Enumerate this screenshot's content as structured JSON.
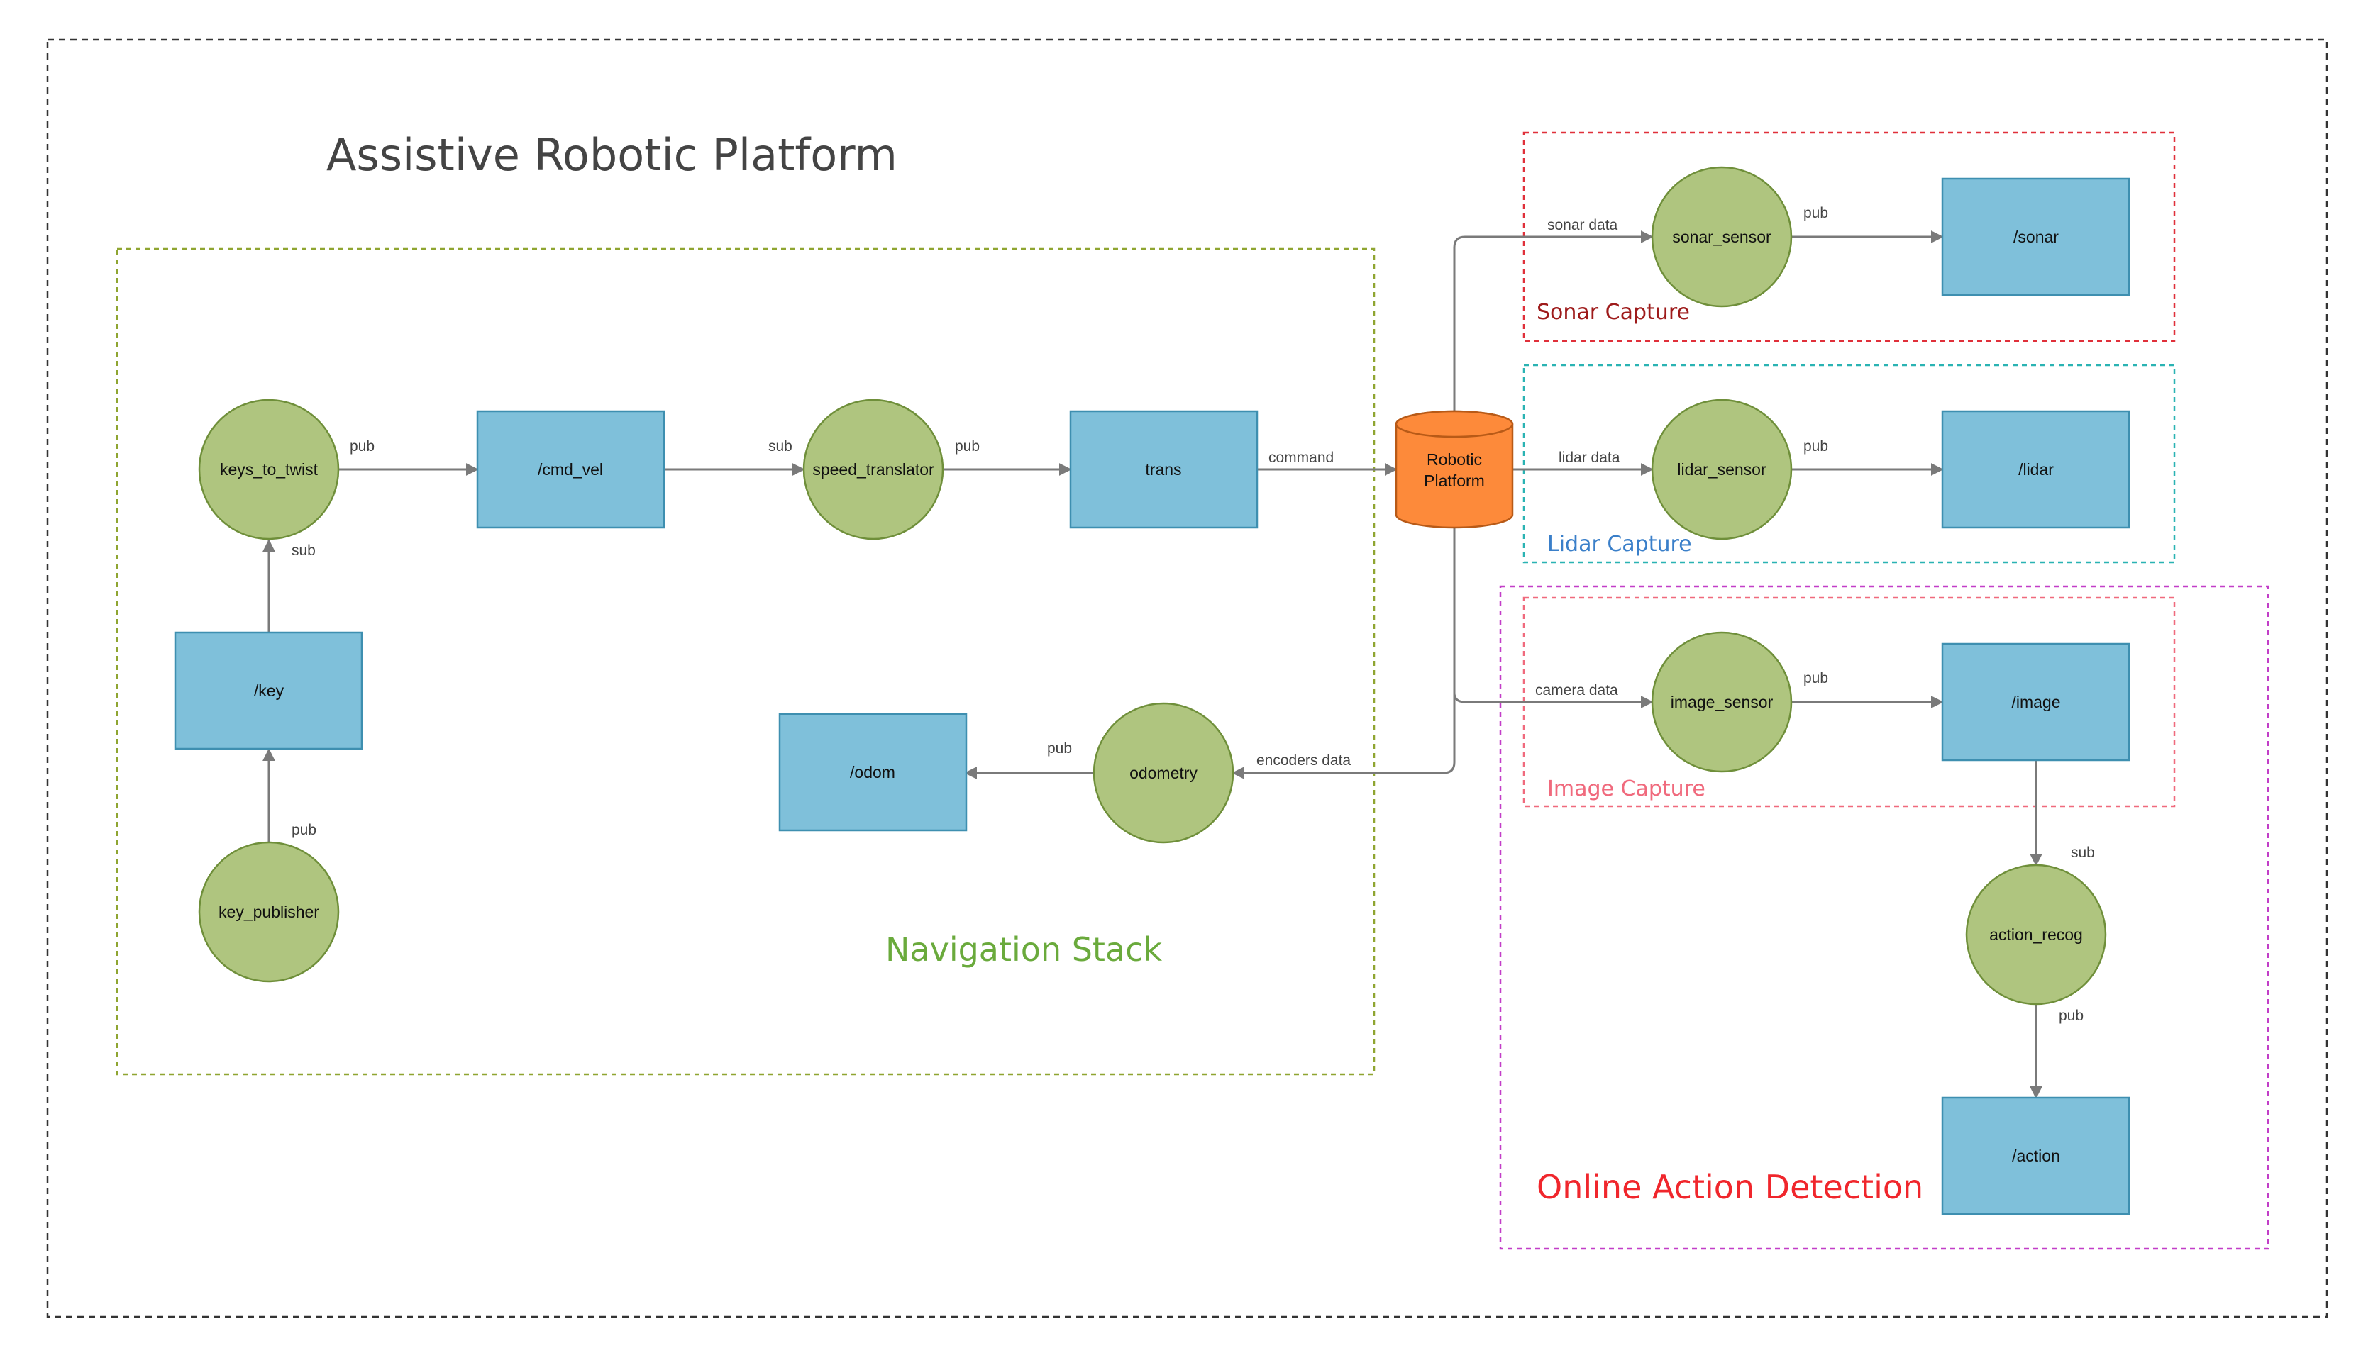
{
  "title": "Assistive Robotic Platform",
  "colors": {
    "topic_fill": "#7fc0da",
    "node_fill": "#afc57f",
    "platform_fill": "#fd8a3a",
    "navigation_border": "#8fa531",
    "navigation_label": "#6aaa3c",
    "sonar_border": "#e0303a",
    "sonar_label": "#9e1b1b",
    "lidar_border": "#2ab3b3",
    "lidar_label": "#3a7fc9",
    "image_border": "#f06a7d",
    "image_label": "#f06a7d",
    "action_border": "#c23ec8",
    "action_label": "#f0262c"
  },
  "groups": {
    "navigation": "Navigation Stack",
    "sonar": "Sonar Capture",
    "lidar": "Lidar Capture",
    "image": "Image Capture",
    "action": "Online Action Detection"
  },
  "nodes": {
    "keys_to_twist": "keys_to_twist",
    "speed_translator": "speed_translator",
    "key_publisher": "key_publisher",
    "odometry": "odometry",
    "sonar_sensor": "sonar_sensor",
    "lidar_sensor": "lidar_sensor",
    "image_sensor": "image_sensor",
    "action_recog": "action_recog"
  },
  "topics": {
    "cmd_vel": "/cmd_vel",
    "trans": "trans",
    "key": "/key",
    "odom": "/odom",
    "sonar": "/sonar",
    "lidar": "/lidar",
    "image": "/image",
    "action": "/action"
  },
  "platform": {
    "line1": "Robotic",
    "line2": "Platform"
  },
  "edges": {
    "keys_pub": "pub",
    "speed_sub": "sub",
    "speed_pub": "pub",
    "command": "command",
    "keys_sub": "sub",
    "key_pub": "pub",
    "odom_pub": "pub",
    "encoders": "encoders data",
    "sonar_data": "sonar data",
    "sonar_pub": "pub",
    "lidar_data": "lidar data",
    "lidar_pub": "pub",
    "camera_data": "camera data",
    "image_pub": "pub",
    "action_sub": "sub",
    "action_pub": "pub"
  }
}
